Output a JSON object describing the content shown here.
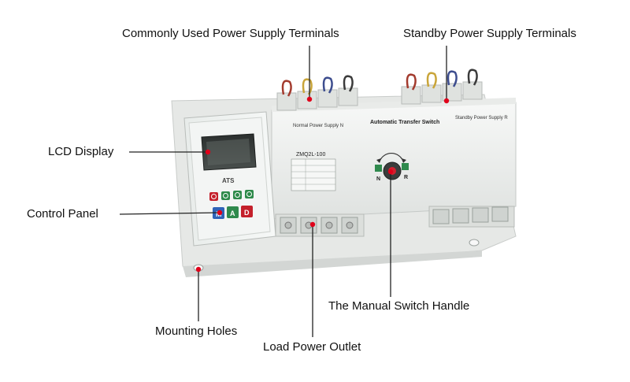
{
  "callouts": {
    "common_terminals": "Commonly Used Power Supply Terminals",
    "standby_terminals": "Standby Power Supply Terminals",
    "lcd_display": "LCD Display",
    "control_panel": "Control Panel",
    "manual_handle": "The Manual Switch Handle",
    "mounting_holes": "Mounting Holes",
    "load_outlet": "Load Power Outlet"
  },
  "device": {
    "ats_label": "ATS",
    "normal_supply": "Normal Power Supply N",
    "main_title": "Automatic Transfer Switch",
    "standby_supply": "Standby Power Supply R",
    "model": "ZMQ2L-100",
    "pos_n": "N",
    "pos_r": "R",
    "btn_m": "M",
    "btn_a": "A",
    "btn_d": "D"
  },
  "colors": {
    "marker": "#e0001a",
    "leader": "#222222",
    "body": "#f1f2f1",
    "panel": "#eef1f0"
  },
  "icons": [
    "led-button-icon",
    "manual-switch-knob-icon",
    "cable-icon"
  ]
}
